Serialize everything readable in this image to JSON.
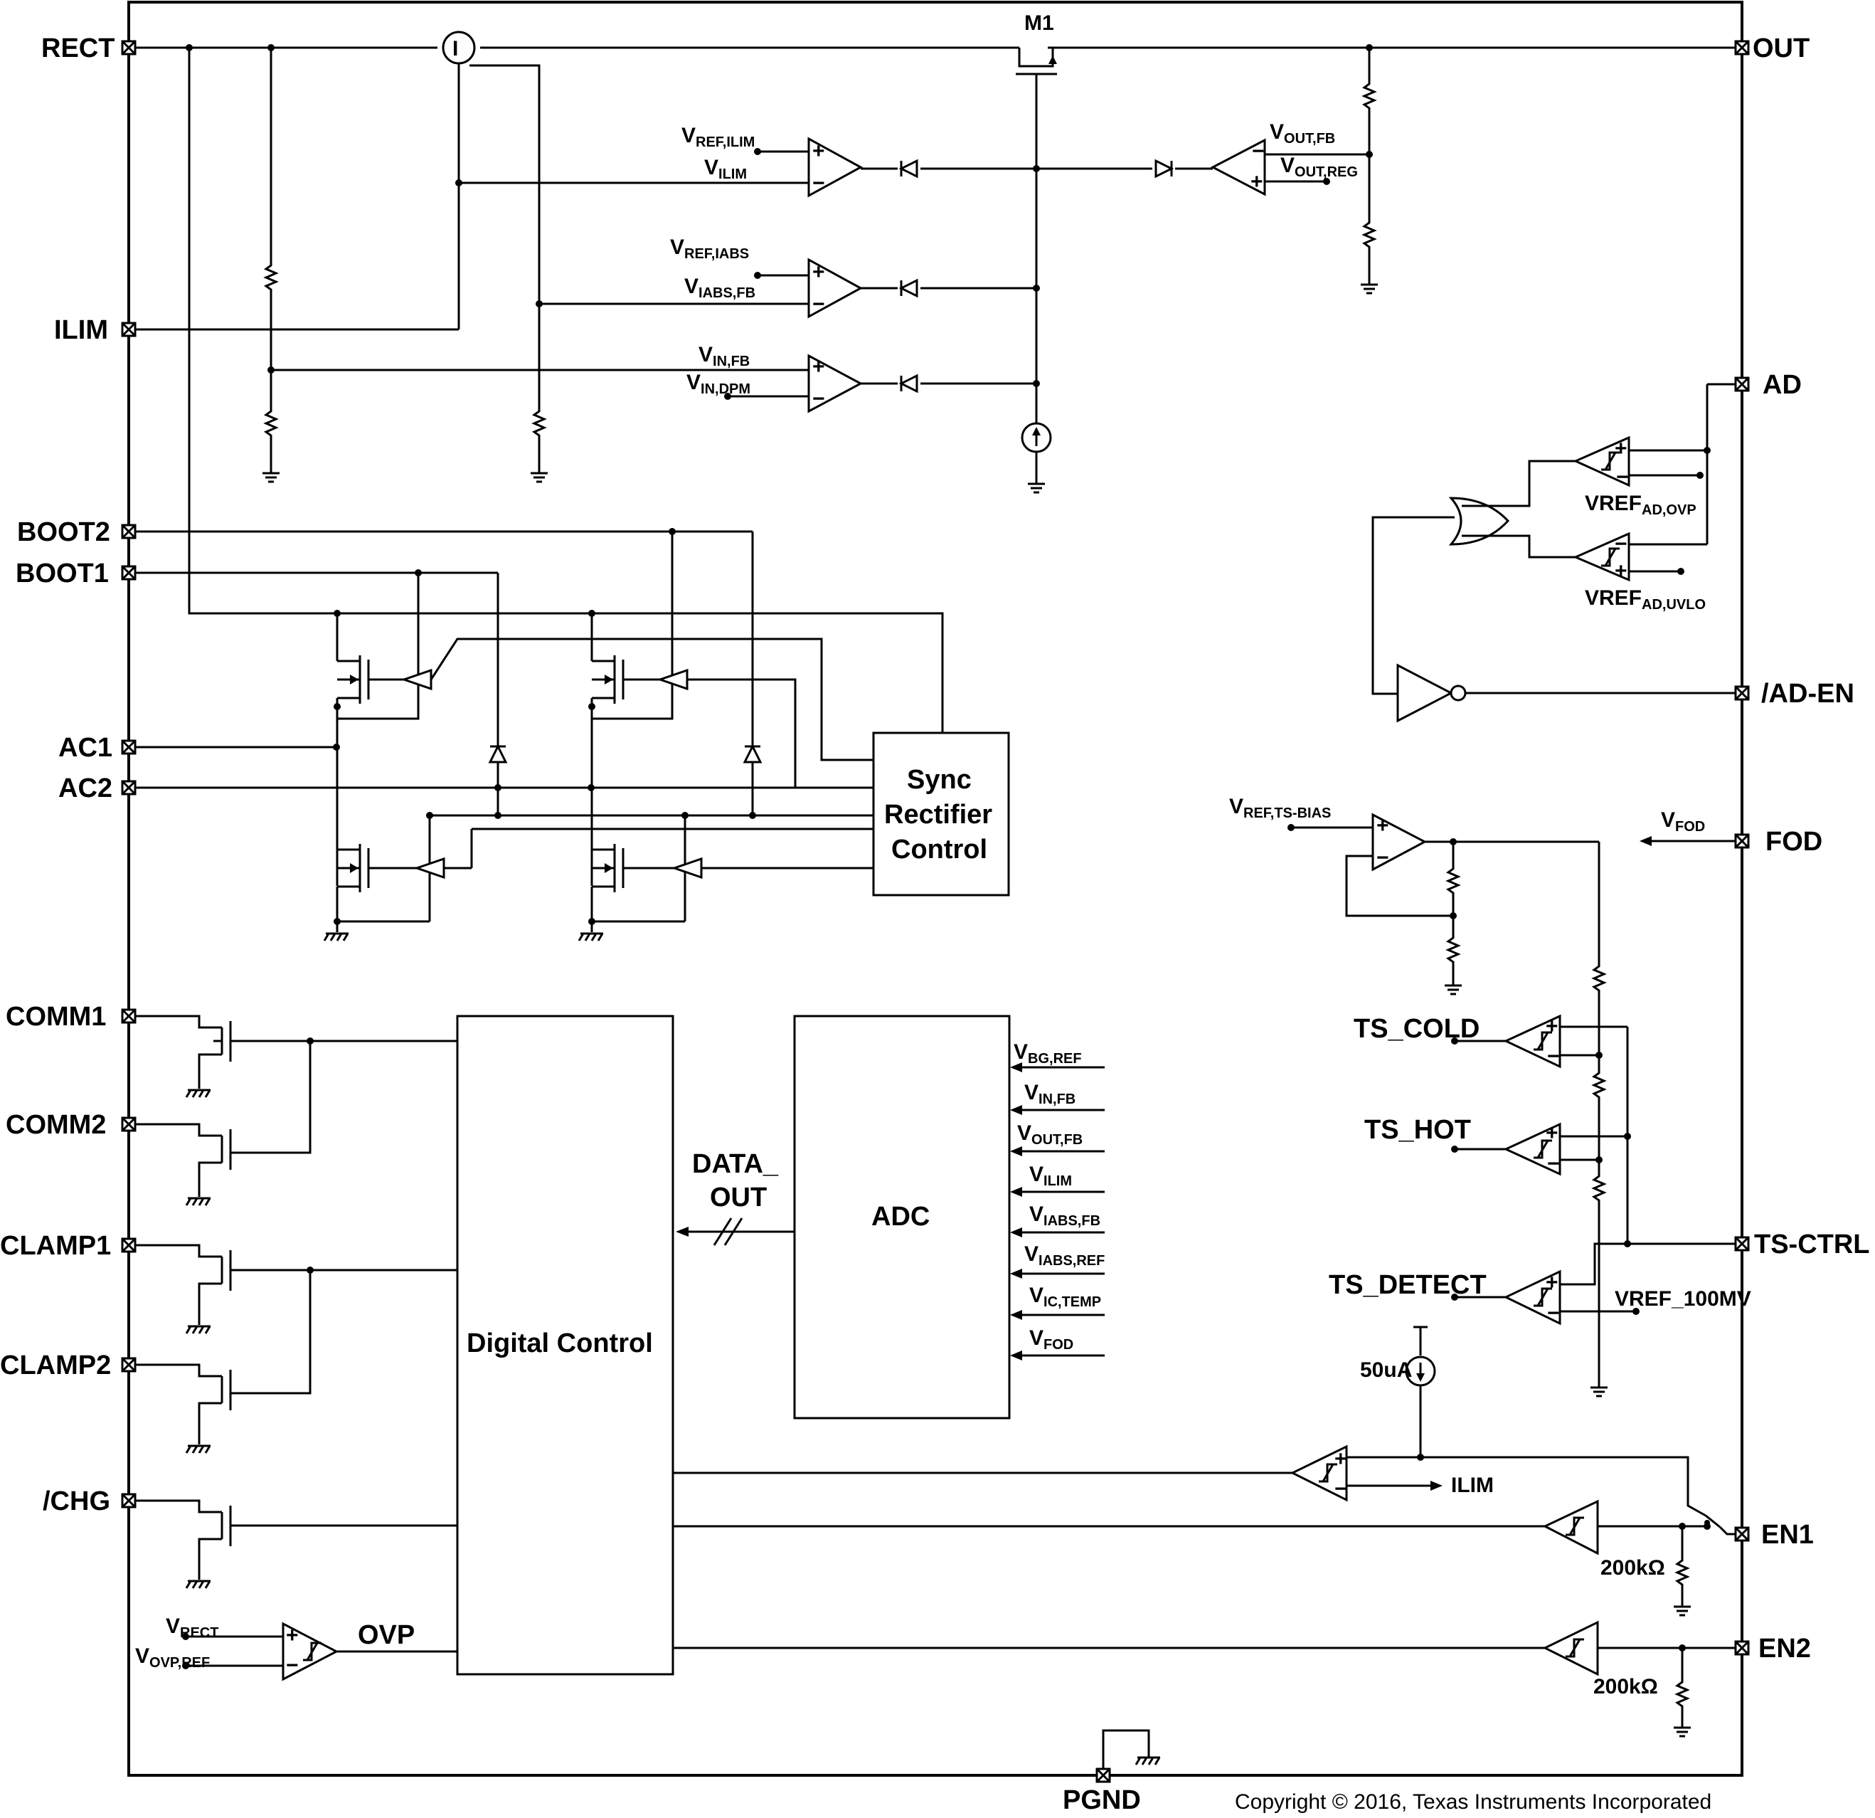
{
  "pins": {
    "left": [
      "RECT",
      "ILIM",
      "BOOT2",
      "BOOT1",
      "AC1",
      "AC2",
      "COMM1",
      "COMM2",
      "CLAMP1",
      "CLAMP2",
      "/CHG"
    ],
    "right": [
      "OUT",
      "AD",
      "/AD-EN",
      "FOD",
      "TS-CTRL",
      "EN1",
      "EN2"
    ],
    "bottom": [
      "PGND"
    ]
  },
  "blocks": {
    "sync_line1": "Sync",
    "sync_line2": "Rectifier",
    "sync_line3": "Control",
    "digital": "Digital Control",
    "adc": "ADC"
  },
  "transistor_label": "M1",
  "current_sensor": "I",
  "top_signals": [
    {
      "main": "V",
      "sub": "REF,ILIM"
    },
    {
      "main": "V",
      "sub": "ILIM"
    },
    {
      "main": "V",
      "sub": "REF,IABS"
    },
    {
      "main": "V",
      "sub": "IABS,FB"
    },
    {
      "main": "V",
      "sub": "IN,FB"
    },
    {
      "main": "V",
      "sub": "IN,DPM"
    },
    {
      "main": "V",
      "sub": "OUT,FB"
    },
    {
      "main": "V",
      "sub": "OUT,REG"
    }
  ],
  "ad_refs": [
    {
      "main": "VREF",
      "sub": "AD,OVP"
    },
    {
      "main": "VREF",
      "sub": "AD,UVLO"
    }
  ],
  "ts_bias": {
    "main": "V",
    "sub": "REF,TS-BIAS"
  },
  "fod_in": {
    "main": "V",
    "sub": "FOD"
  },
  "ts_labels": [
    "TS_COLD",
    "TS_HOT",
    "TS_DETECT"
  ],
  "vref_100mv": "VREF_100MV",
  "adc_inputs": [
    {
      "main": "V",
      "sub": "BG,REF"
    },
    {
      "main": "V",
      "sub": "IN,FB"
    },
    {
      "main": "V",
      "sub": "OUT,FB"
    },
    {
      "main": "V",
      "sub": "ILIM"
    },
    {
      "main": "V",
      "sub": "IABS,FB"
    },
    {
      "main": "V",
      "sub": "IABS,REF"
    },
    {
      "main": "V",
      "sub": "IC,TEMP"
    },
    {
      "main": "V",
      "sub": "FOD"
    }
  ],
  "data_out_line1": "DATA_",
  "data_out_line2": "OUT",
  "current_source": "50uA",
  "ilim_small": "ILIM",
  "res_en1": "200kΩ",
  "res_en2": "200kΩ",
  "ovp_inputs": [
    {
      "main": "V",
      "sub": "RECT"
    },
    {
      "main": "V",
      "sub": "OVP,REF"
    }
  ],
  "ovp_label": "OVP",
  "copyright": "Copyright © 2016, Texas Instruments Incorporated"
}
